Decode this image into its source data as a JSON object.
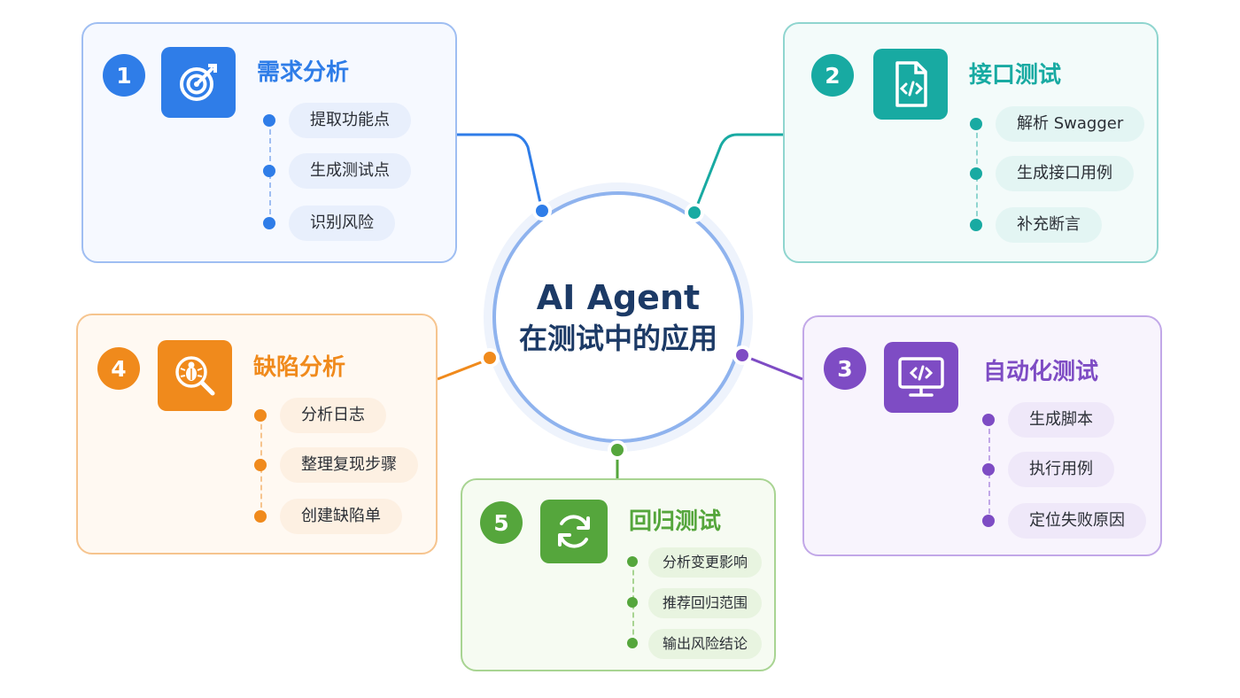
{
  "center": {
    "line1": "AI Agent",
    "line2": "在测试中的应用"
  },
  "cards": {
    "requirements": {
      "number": "1",
      "title": "需求分析",
      "icon": "target-icon",
      "color": "#2f7de8",
      "items": [
        "提取功能点",
        "生成测试点",
        "识别风险"
      ]
    },
    "api": {
      "number": "2",
      "title": "接口测试",
      "icon": "code-file-icon",
      "color": "#18aaa2",
      "items": [
        "解析 Swagger",
        "生成接口用例",
        "补充断言"
      ]
    },
    "automation": {
      "number": "3",
      "title": "自动化测试",
      "icon": "code-monitor-icon",
      "color": "#7e4cc4",
      "items": [
        "生成脚本",
        "执行用例",
        "定位失败原因"
      ]
    },
    "defect": {
      "number": "4",
      "title": "缺陷分析",
      "icon": "bug-search-icon",
      "color": "#f08a1c",
      "items": [
        "分析日志",
        "整理复现步骤",
        "创建缺陷单"
      ]
    },
    "regression": {
      "number": "5",
      "title": "回归测试",
      "icon": "refresh-icon",
      "color": "#55a63c",
      "items": [
        "分析变更影响",
        "推荐回归范围",
        "输出风险结论"
      ]
    }
  }
}
